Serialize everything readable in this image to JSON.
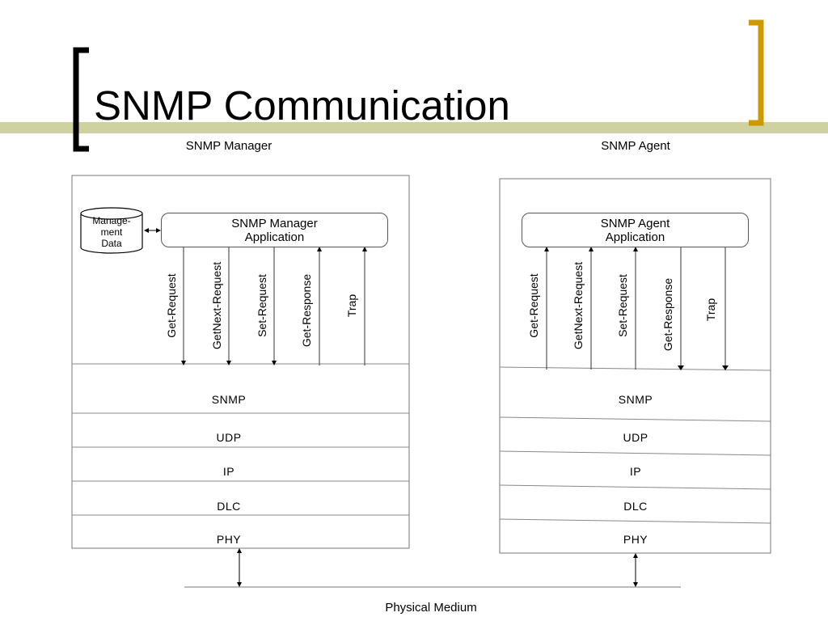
{
  "slide": {
    "title": "SNMP Communication",
    "accent_color": "#cc9900",
    "band_color": "#c9cc96"
  },
  "manager": {
    "heading": "SNMP Manager",
    "application": [
      "SNMP Manager",
      "Application"
    ],
    "database": [
      "Manage-",
      "ment",
      "Data"
    ],
    "messages": [
      "Get-Request",
      "GetNext-Request",
      "Set-Request",
      "Get-Response",
      "Trap"
    ],
    "layers": [
      "SNMP",
      "UDP",
      "IP",
      "DLC",
      "PHY"
    ]
  },
  "agent": {
    "heading": "SNMP Agent",
    "application": [
      "SNMP Agent",
      "Application"
    ],
    "messages": [
      "Get-Request",
      "GetNext-Request",
      "Set-Request",
      "Get-Response",
      "Trap"
    ],
    "layers": [
      "SNMP",
      "UDP",
      "IP",
      "DLC",
      "PHY"
    ]
  },
  "medium": {
    "label": "Physical Medium"
  }
}
